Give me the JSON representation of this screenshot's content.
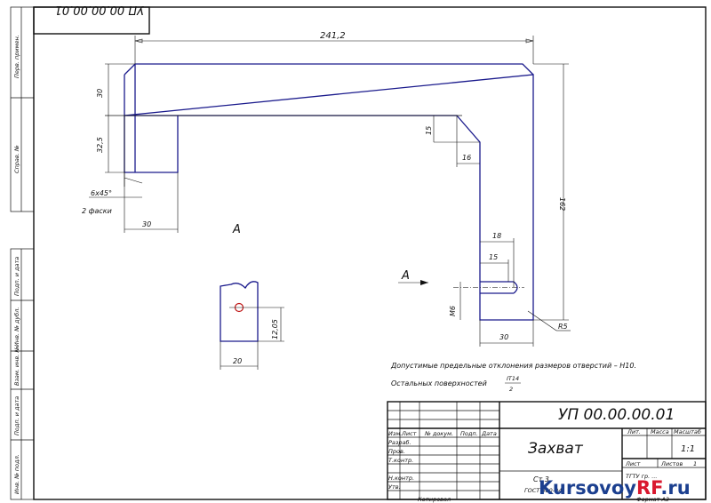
{
  "drawing_code_rotated": "УП 00.00.00.01",
  "side_labels": [
    "Перв. примен.",
    "Справ. №",
    "Подп. и дата",
    "Инв. № дубл.",
    "Взам. инв. №",
    "Подп. и дата",
    "Инв. № подл."
  ],
  "dimensions": {
    "total_length": "241,2",
    "top_height": "30",
    "mid_height": "32,5",
    "slope_height": "15",
    "slope_width": "16",
    "chamfer": "6х45°",
    "chamfer_note": "2 фаски",
    "left_width": "30",
    "right_height": "162",
    "hole_18": "18",
    "hole_15": "15",
    "thread": "М6",
    "bottom_width": "30",
    "radius": "R5",
    "view_hole": "12,05",
    "view_width": "20"
  },
  "view_label": "А",
  "view_arrow_label": "А",
  "notes": {
    "line1": "Допустимые предельные отклонения размеров отверстий – Н10.",
    "line2": "Остальных поверхностей",
    "fraction_num": "IT14",
    "fraction_den": "2"
  },
  "title_block": {
    "code": "УП 00.00.00.01",
    "part_name": "Захват",
    "col_lit": "Лит.",
    "col_mass": "Масса",
    "col_scale": "Масштаб",
    "scale_value": "1:1",
    "sheet_label": "Лист",
    "sheets_label": "Листов",
    "sheets_count": "1",
    "org": "ТГТУ гр. ...",
    "material_line1": "Ст 3",
    "material_line2": "ГОСТ 380-94",
    "row_labels": [
      "Изм.",
      "Лист",
      "№ докум.",
      "Подп.",
      "Дата"
    ],
    "sign_rows": [
      "Разраб.",
      "Пров.",
      "Т.контр.",
      "",
      "Н.контр.",
      "Утв."
    ],
    "copied": "Копировал",
    "format": "Формат  А3"
  },
  "watermark": {
    "prefix": "Kursovoy",
    "accent": "RF",
    "suffix": ".ru",
    "accent_color": "#d9182e",
    "text_color": "#1b3f8f"
  }
}
